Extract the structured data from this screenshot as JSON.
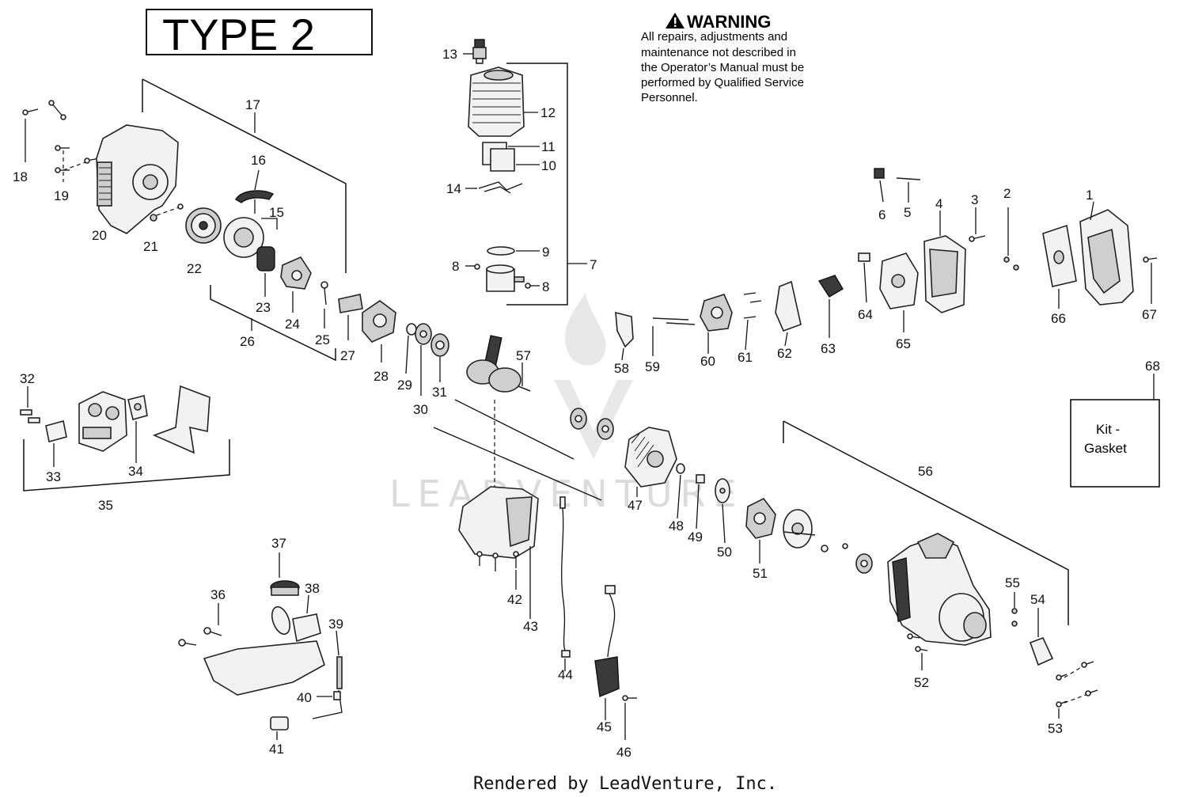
{
  "title": "TYPE 2",
  "warning": {
    "heading": "WARNING",
    "lines": [
      "All repairs, adjustments and",
      "maintenance not described in",
      "the Operator’s Manual must be",
      "performed by Qualified Service",
      "Personnel."
    ]
  },
  "kit_box": {
    "line1": "Kit -",
    "line2": "Gasket"
  },
  "footer": "Rendered by LeadVenture, Inc.",
  "watermark": "LEADVENTURE",
  "part_numbers": [
    "1",
    "2",
    "3",
    "4",
    "5",
    "6",
    "7",
    "8",
    "9",
    "10",
    "11",
    "12",
    "13",
    "14",
    "15",
    "16",
    "17",
    "18",
    "19",
    "20",
    "21",
    "22",
    "23",
    "24",
    "25",
    "26",
    "27",
    "28",
    "29",
    "30",
    "31",
    "32",
    "33",
    "34",
    "35",
    "36",
    "37",
    "38",
    "39",
    "40",
    "41",
    "42",
    "43",
    "44",
    "45",
    "46",
    "47",
    "48",
    "49",
    "50",
    "51",
    "52",
    "53",
    "54",
    "55",
    "56",
    "57",
    "58",
    "59",
    "60",
    "61",
    "62",
    "63",
    "64",
    "65",
    "66",
    "67",
    "68"
  ],
  "icons": {
    "warning": "warning-triangle-icon"
  }
}
